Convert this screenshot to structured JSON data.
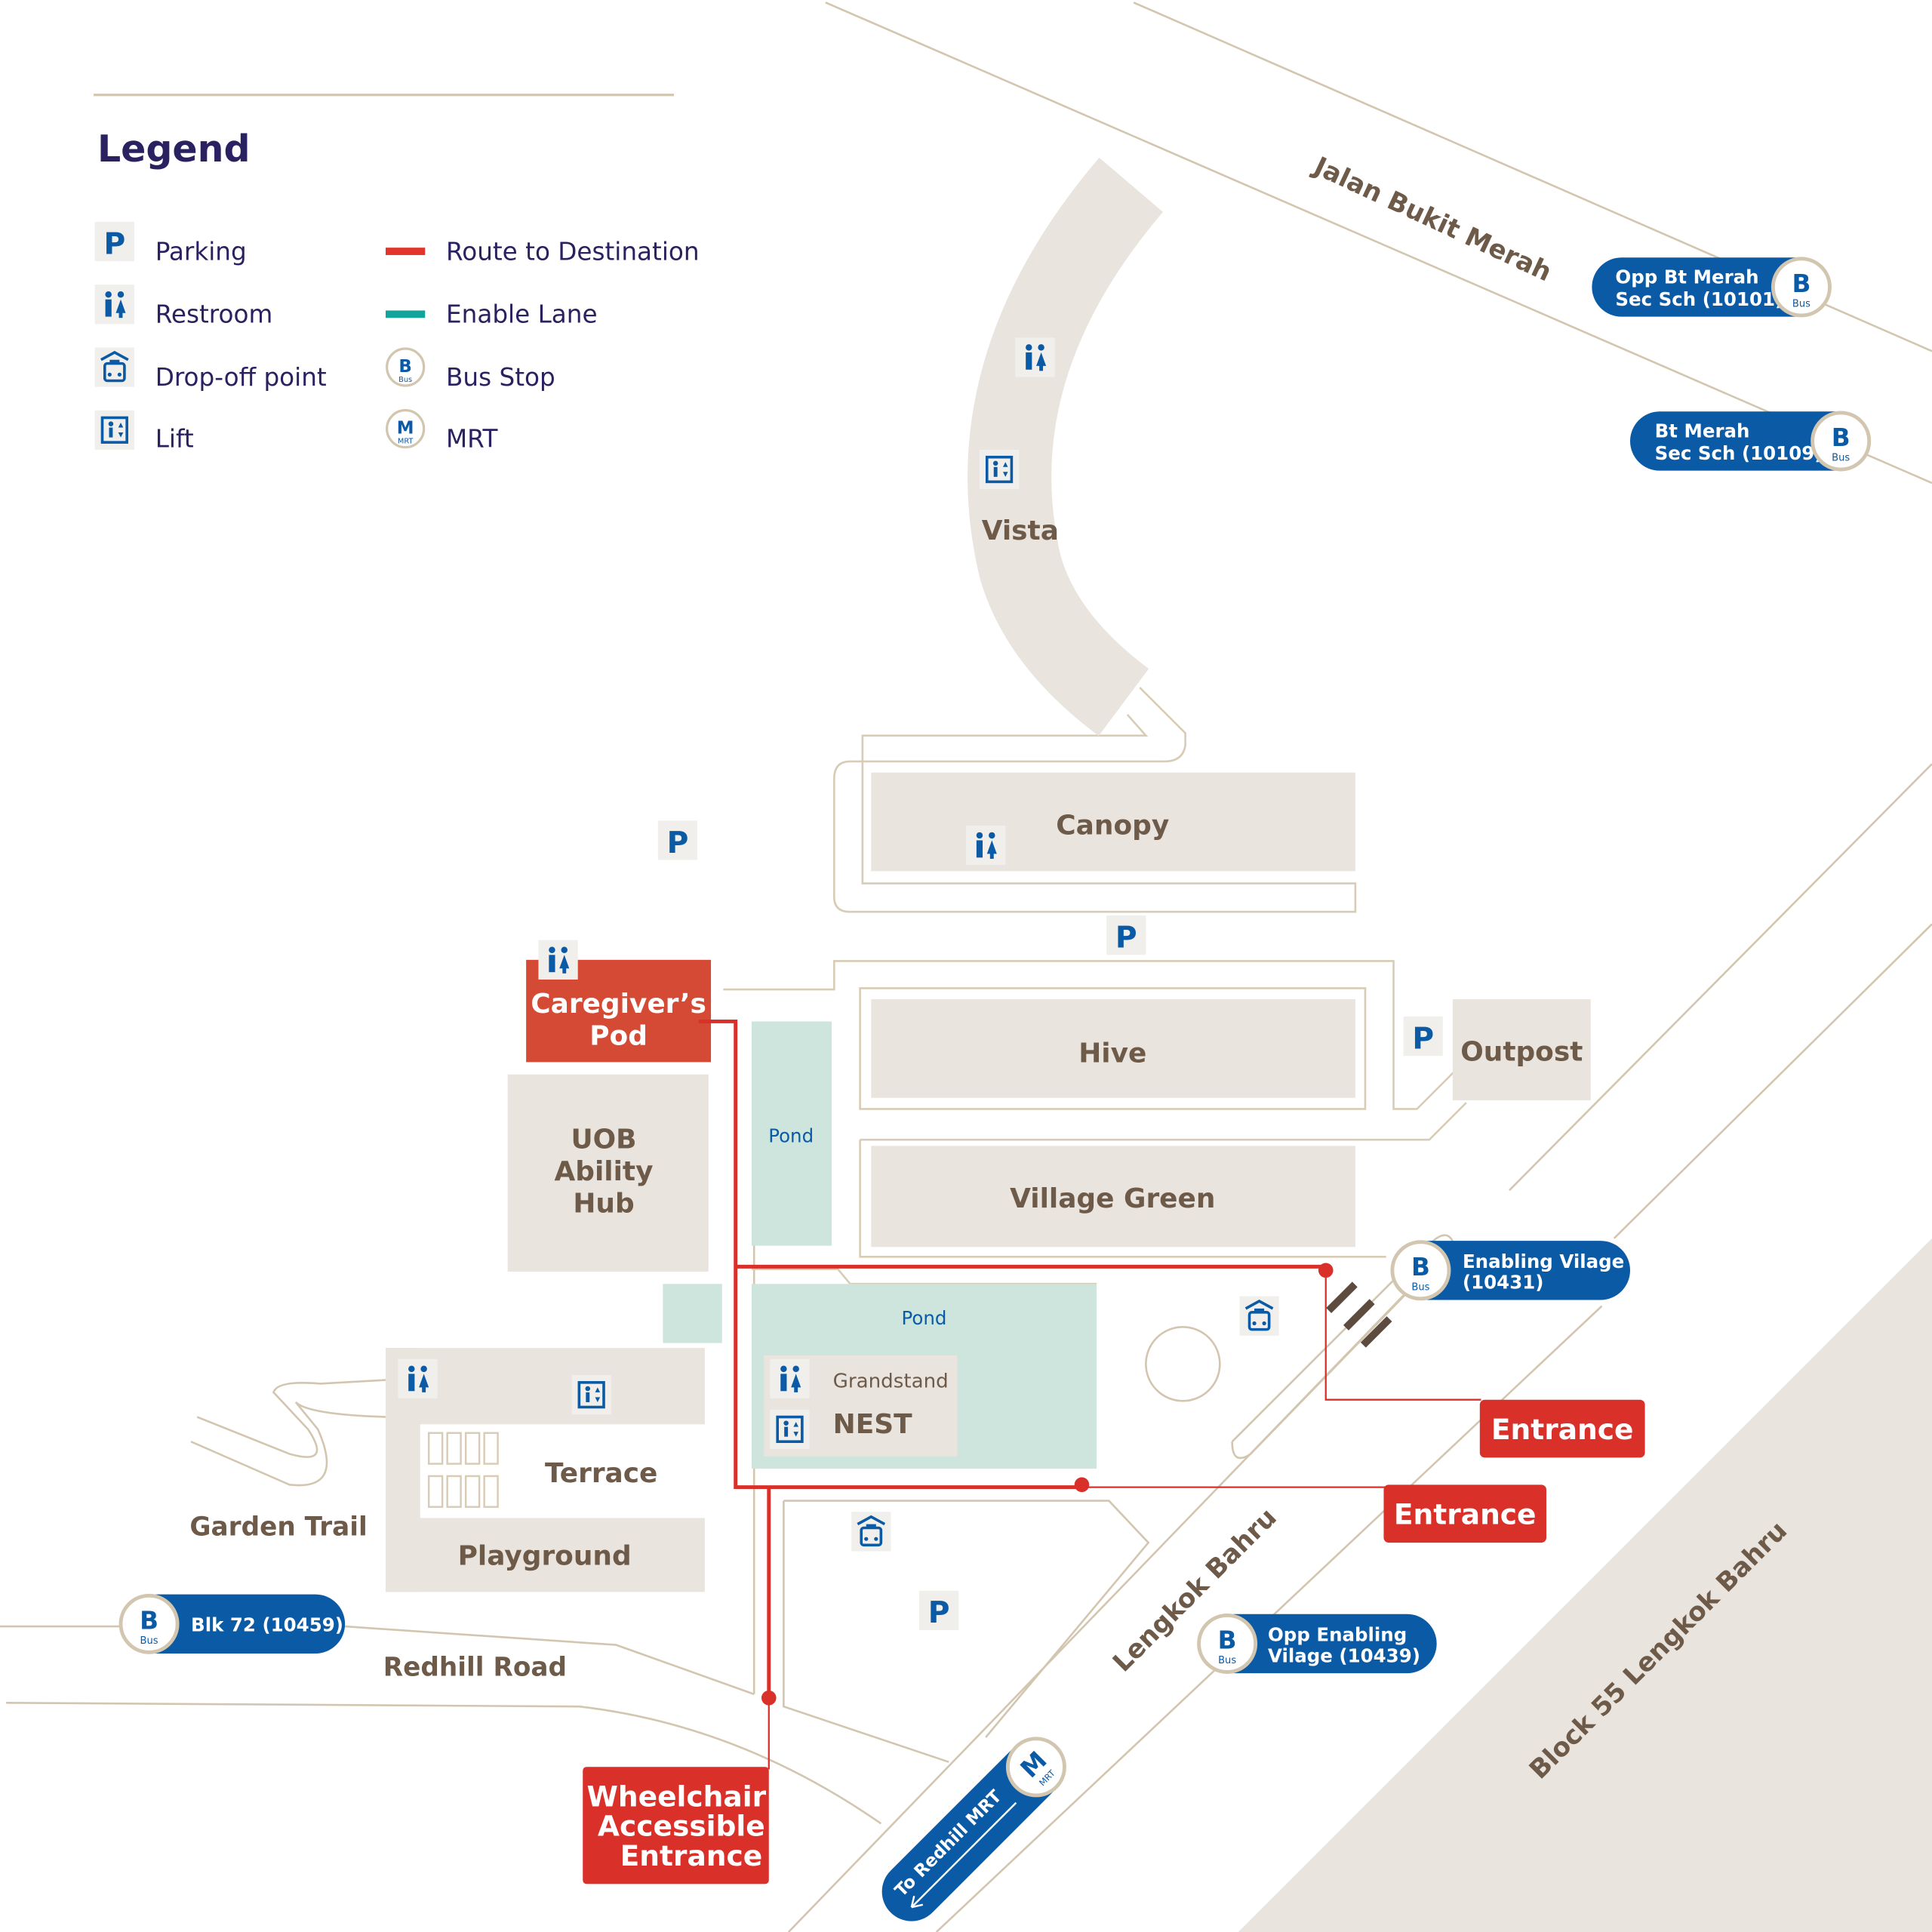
{
  "legend": {
    "title": "Legend",
    "items": [
      {
        "icon": "parking-icon",
        "label": "Parking",
        "glyph": "P"
      },
      {
        "icon": "restroom-icon",
        "label": "Restroom"
      },
      {
        "icon": "drop-off-icon",
        "label": "Drop-off point"
      },
      {
        "icon": "lift-icon",
        "label": "Lift"
      },
      {
        "icon": "route-line-icon",
        "label": "Route to Destination"
      },
      {
        "icon": "enable-lane-icon",
        "label": "Enable Lane"
      },
      {
        "icon": "bus-stop-icon",
        "label": "Bus Stop"
      },
      {
        "icon": "mrt-icon",
        "label": "MRT"
      }
    ]
  },
  "colors": {
    "route": "#d9302a",
    "enable_lane": "#12a39a",
    "bus": "#0a5aa5",
    "building": "#e9e4de",
    "pond": "#cde5dc"
  },
  "buildings": {
    "vista": "Vista",
    "canopy": "Canopy",
    "hive": "Hive",
    "outpost": "Outpost",
    "village_green": "Village Green",
    "uob": [
      "UOB",
      "Ability",
      "Hub"
    ],
    "caregivers_pod": [
      "Caregiver’s",
      "Pod"
    ],
    "pond": "Pond",
    "grandstand": "Grandstand",
    "nest": "NEST",
    "terrace": "Terrace",
    "playground": "Playground"
  },
  "roads": {
    "jalan_bukit_merah": "Jalan Bukit Merah",
    "lengkok_bahru": "Lengkok Bahru",
    "block55": "Block 55 Lengkok Bahru",
    "garden_trail": "Garden Trail",
    "redhill_road": "Redhill Road"
  },
  "bus_stops": [
    {
      "name": [
        "Opp Bt Merah",
        "Sec Sch (10101)"
      ]
    },
    {
      "name": [
        "Bt Merah",
        "Sec Sch (10109)"
      ]
    },
    {
      "name": [
        "Enabling Vilage",
        "(10431)"
      ]
    },
    {
      "name": [
        "Opp Enabling",
        "Vilage (10439)"
      ]
    },
    {
      "name": [
        "Blk 72 (10459)"
      ]
    }
  ],
  "bus_badge": {
    "letter": "B",
    "sub": "Bus"
  },
  "mrt_badge": {
    "letter": "M",
    "sub": "MRT"
  },
  "mrt": {
    "label": "To Redhill MRT"
  },
  "entrances": {
    "entrance": "Entrance",
    "wheelchair": [
      "Wheelchair",
      "Accessible",
      "Entrance"
    ]
  },
  "parking_glyph": "P"
}
